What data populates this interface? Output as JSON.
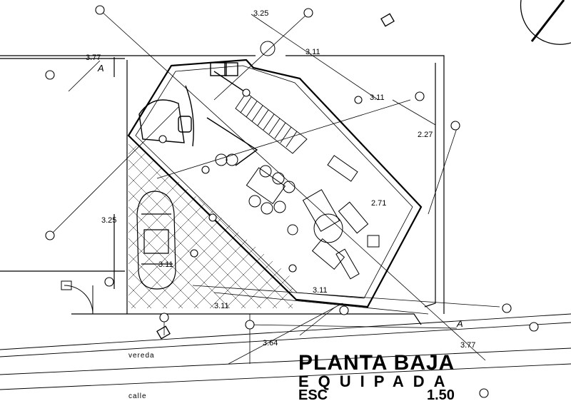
{
  "title": "PLANTA BAJA",
  "subtitle": "EQUIPADA",
  "scale_label": "ESC",
  "scale_value": "1.50",
  "street_labels": {
    "sidewalk": "vereda",
    "street": "calle"
  },
  "section_marker": "A",
  "dimensions": {
    "d_top": "3.25",
    "d_left_top": "3.77",
    "d_top_right": "3.11",
    "d_right_mid": "3.11",
    "d_right": "2.27",
    "d_left": "3.25",
    "d_center": "2.71",
    "d_car": "3.11",
    "d_bottom_mid": "3.11",
    "d_bottom_left": "3.11",
    "d_bottom": "3.64",
    "d_bottom_right": "3.77"
  },
  "colors": {
    "line": "#000000",
    "background": "#ffffff"
  }
}
